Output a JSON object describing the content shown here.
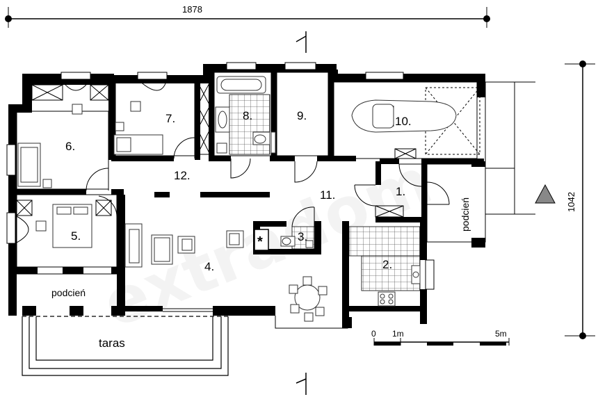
{
  "dimensions": {
    "width": "1878",
    "height": "1042"
  },
  "rooms": [
    {
      "id": "r1",
      "label": "1."
    },
    {
      "id": "r2",
      "label": "2."
    },
    {
      "id": "r3",
      "label": "3."
    },
    {
      "id": "r4",
      "label": "4."
    },
    {
      "id": "r5",
      "label": "5."
    },
    {
      "id": "r6",
      "label": "6."
    },
    {
      "id": "r7",
      "label": "7."
    },
    {
      "id": "r8",
      "label": "8."
    },
    {
      "id": "r9",
      "label": "9."
    },
    {
      "id": "r10",
      "label": "10."
    },
    {
      "id": "r11",
      "label": "11."
    },
    {
      "id": "r12",
      "label": "12."
    }
  ],
  "areas": {
    "podcien_left": "podcień",
    "podcien_right": "podcień",
    "taras": "taras"
  },
  "symbols": {
    "chimney": "*"
  },
  "scale": {
    "zero": "0",
    "one": "1m",
    "five": "5m"
  },
  "colors": {
    "wall": "#000000",
    "tile_grid": "#555555",
    "furniture": "#333333",
    "scale_tri": "#888888"
  }
}
